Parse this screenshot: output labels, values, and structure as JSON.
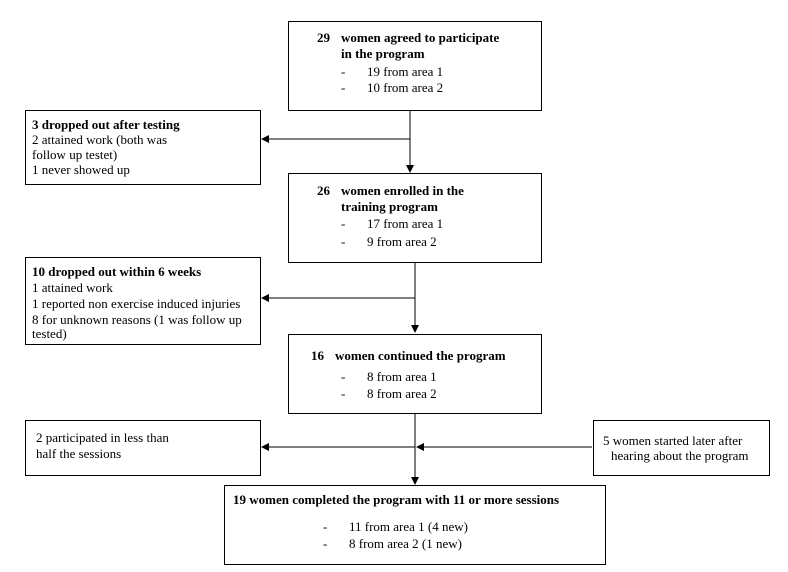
{
  "box1": {
    "count": "29",
    "heading_line1": "women agreed to participate",
    "heading_line2": "in the program",
    "items": [
      "19 from area 1",
      "10 from area 2"
    ]
  },
  "drop1": {
    "heading": "3 dropped out after testing",
    "lines": [
      "2 attained work (both was",
      "follow up testet)",
      "1 never showed up"
    ]
  },
  "box2": {
    "count": "26",
    "heading_line1": "women enrolled in the",
    "heading_line2": "training program",
    "items": [
      "17 from area 1",
      "9 from area 2"
    ]
  },
  "drop2": {
    "heading": "10 dropped out within 6 weeks",
    "lines": [
      "1 attained work",
      "1 reported non exercise induced injuries",
      "8  for unknown reasons (1 was follow up",
      "tested)"
    ]
  },
  "box3": {
    "count": "16",
    "heading_line1": "women continued the program",
    "items": [
      "8 from area 1",
      "8 from area 2"
    ]
  },
  "partial": {
    "lines": [
      "2 participated in less than",
      "half the sessions"
    ]
  },
  "late": {
    "lines": [
      "5 women started later after",
      "hearing about the program"
    ]
  },
  "box4": {
    "heading": "19 women completed the program with 11 or more sessions",
    "items": [
      "11 from area 1 (4 new)",
      "8 from area 2 (1 new)"
    ]
  },
  "dash": "-"
}
